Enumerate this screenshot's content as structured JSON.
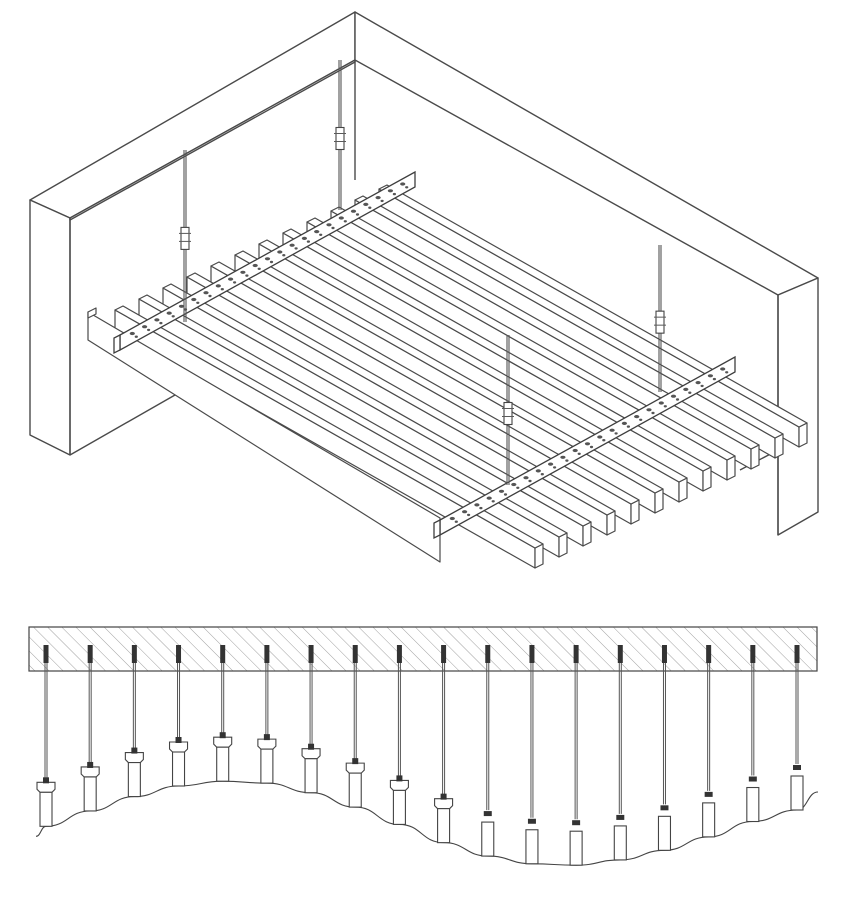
{
  "diagram": {
    "isometric_view": {
      "baffle_count": 12,
      "carrier_count": 2,
      "hanger_count": 4
    },
    "section_view": {
      "profile_count": 18,
      "profile_offsets": [
        0.34,
        0.02,
        -0.28,
        -0.5,
        -0.6,
        -0.56,
        -0.36,
        -0.06,
        0.3,
        0.68,
        0.96,
        1.12,
        1.15,
        1.04,
        0.84,
        0.56,
        0.24,
        0.0
      ]
    }
  }
}
